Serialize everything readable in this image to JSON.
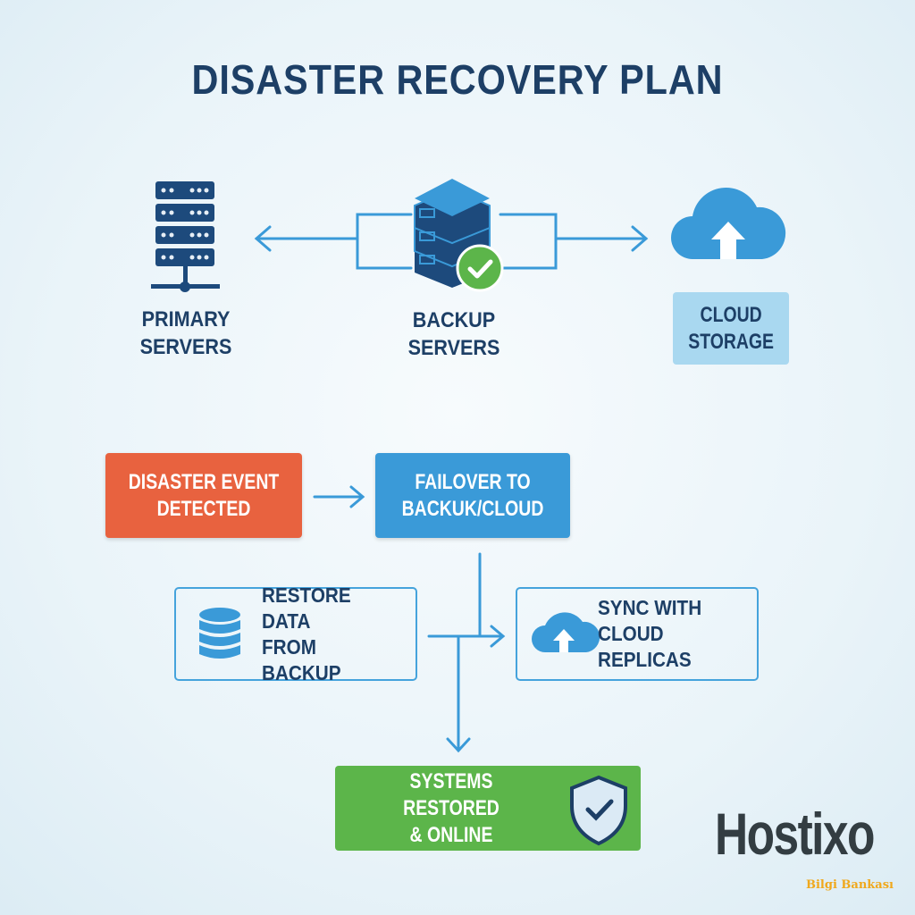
{
  "title": "DISASTER RECOVERY PLAN",
  "nodes": {
    "primary": [
      "PRIMARY",
      "SERVERS"
    ],
    "backup": [
      "BACKUP",
      "SERVERS"
    ],
    "cloud": [
      "CLOUD",
      "STORAGE"
    ]
  },
  "steps": {
    "disaster": [
      "DISASTER EVENT",
      "DETECTED"
    ],
    "failover": [
      "FAILOVER TO",
      "BACKUK/CLOUD"
    ],
    "restore": [
      "RESTORE DATA",
      "FROM BACKUP"
    ],
    "sync": [
      "SYNC WITH",
      "CLOUD REPLICAS"
    ],
    "restored": [
      "SYSTEMS RESTORED",
      "& ONLINE"
    ]
  },
  "logo": {
    "name": "Hostixo",
    "tagline": "Bilgi Bankası"
  },
  "colors": {
    "navy": "#1d3f66",
    "blue": "#3a9ad8",
    "red": "#e8623f",
    "green": "#5cb54a",
    "light": "#a9d8f0",
    "logo_accent": "#f0a81c"
  }
}
